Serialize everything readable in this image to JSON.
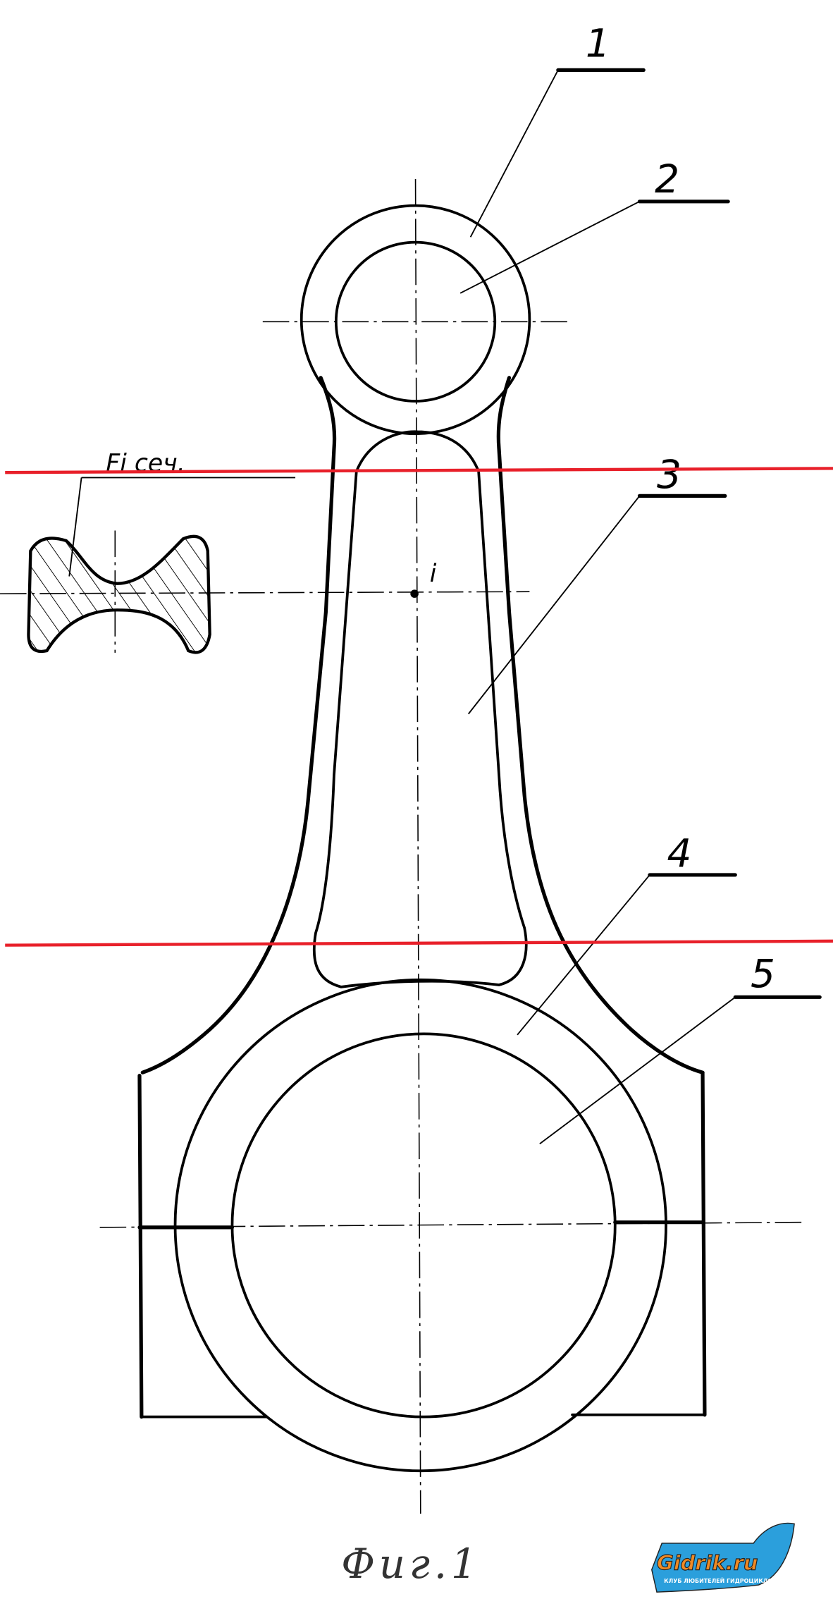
{
  "figure": {
    "caption": "Фиг.1",
    "callouts": [
      "1",
      "2",
      "3",
      "4",
      "5"
    ],
    "section_label": "Fi сеч.",
    "point_label": "i",
    "marker_color": "#e8202a"
  },
  "logo": {
    "name": "Gidrik.ru",
    "tagline": "КЛУБ ЛЮБИТЕЛЕЙ ГИДРОЦИКЛОВ"
  }
}
